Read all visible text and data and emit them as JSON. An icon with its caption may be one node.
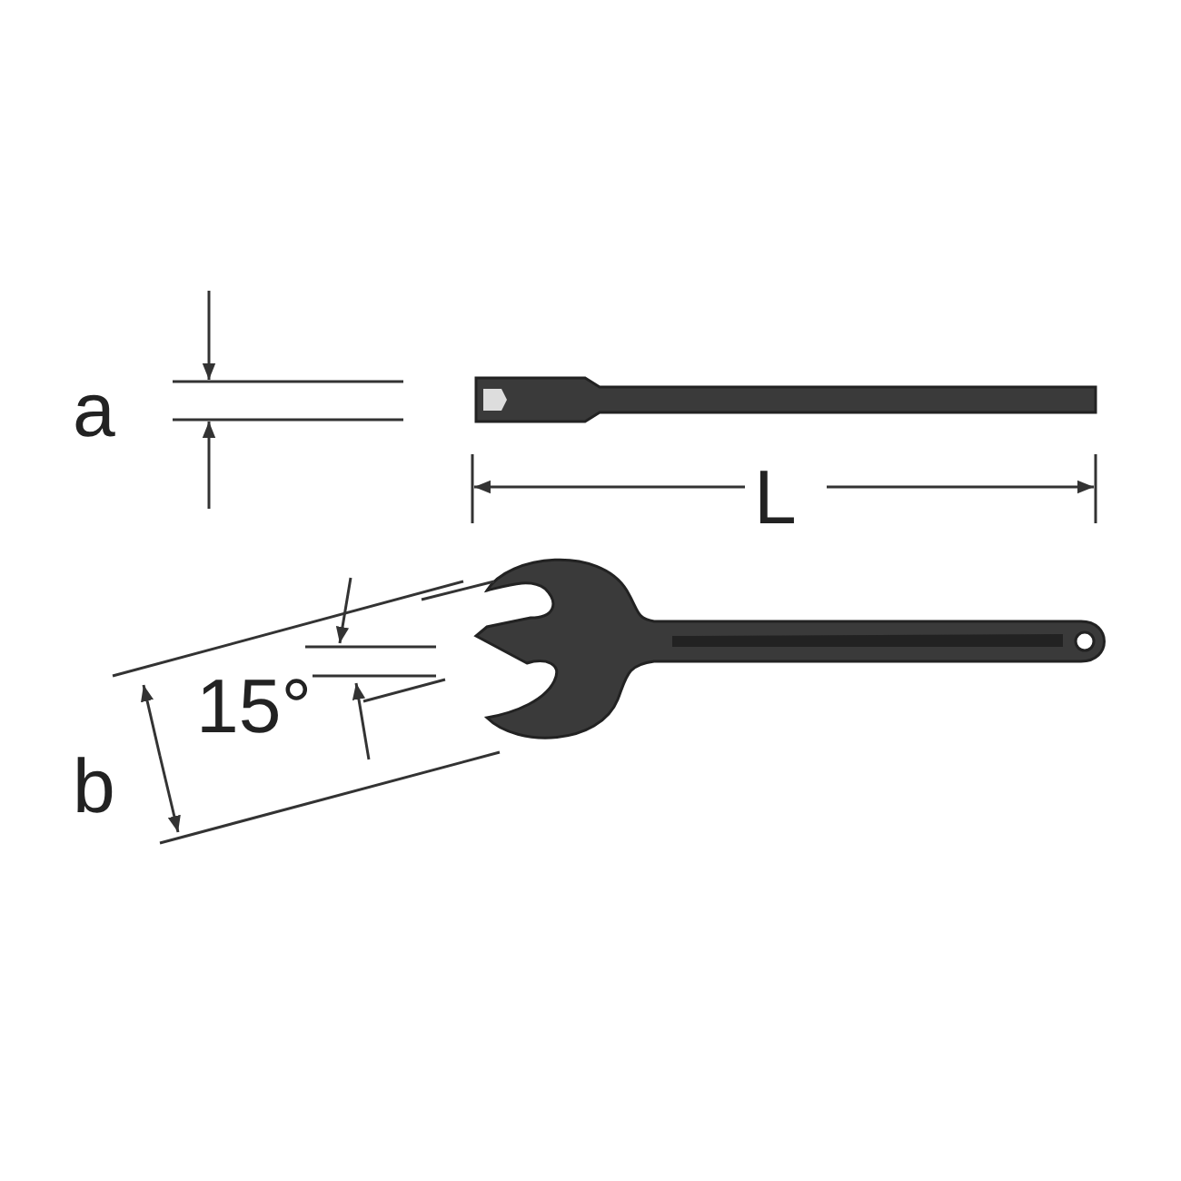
{
  "diagram": {
    "labels": [
      "a",
      "L",
      "15°",
      "b"
    ]
  }
}
